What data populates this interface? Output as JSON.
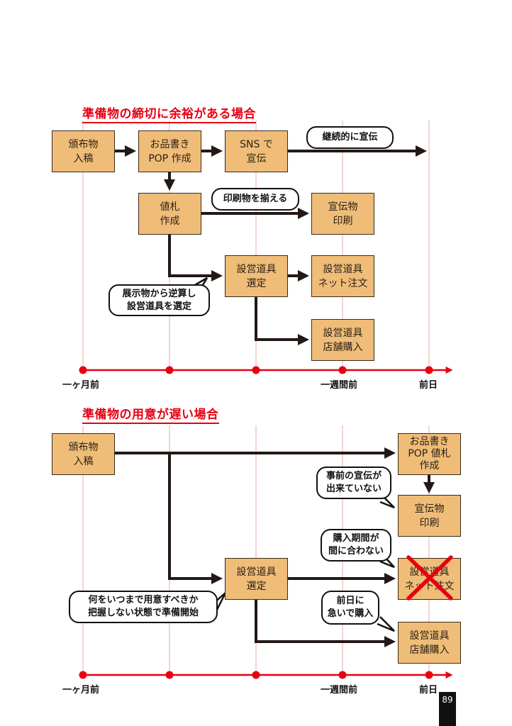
{
  "section1": {
    "title": "準備物の締切に余裕がある場合",
    "boxes": {
      "manuscript": "頒布物\n入稿",
      "menu_pop": "お品書き\nPOP 作成",
      "sns": "SNS で\n宣伝",
      "price_tag": "値札\n作成",
      "flyer_print": "宣伝物\n印刷",
      "equipment_select": "設営道具\n選定",
      "equipment_online": "設営道具\nネット注文",
      "equipment_store": "設営道具\n店舗購入"
    },
    "bubbles": {
      "continuous": "継続的に宣伝",
      "align_prints": "印刷物を揃える",
      "reverse_calc": "展示物から逆算し\n設営道具を選定"
    },
    "timeline": {
      "one_month": "一ヶ月前",
      "one_week": "一週間前",
      "day_before": "前日"
    }
  },
  "section2": {
    "title": "準備物の用意が遅い場合",
    "boxes": {
      "manuscript": "頒布物\n入稿",
      "menu_pop_price": "お品書き\nPOP 値札\n作成",
      "flyer_print": "宣伝物\n印刷",
      "equipment_select": "設営道具\n選定",
      "equipment_online": "設営道具\nネット注文",
      "equipment_store": "設営道具\n店舗購入"
    },
    "bubbles": {
      "no_promo": "事前の宣伝が\n出来ていない",
      "no_time": "購入期間が\n間に合わない",
      "rush": "前日に\n急いで購入",
      "no_plan": "何をいつまで用意すべきか\n把握しない状態で準備開始"
    },
    "timeline": {
      "one_month": "一ヶ月前",
      "one_week": "一週間前",
      "day_before": "前日"
    }
  },
  "page_number": "89",
  "colors": {
    "accent": "#e60012",
    "box_fill": "#efbd78",
    "arrow": "#231815",
    "guide": "#f2a7a7"
  }
}
